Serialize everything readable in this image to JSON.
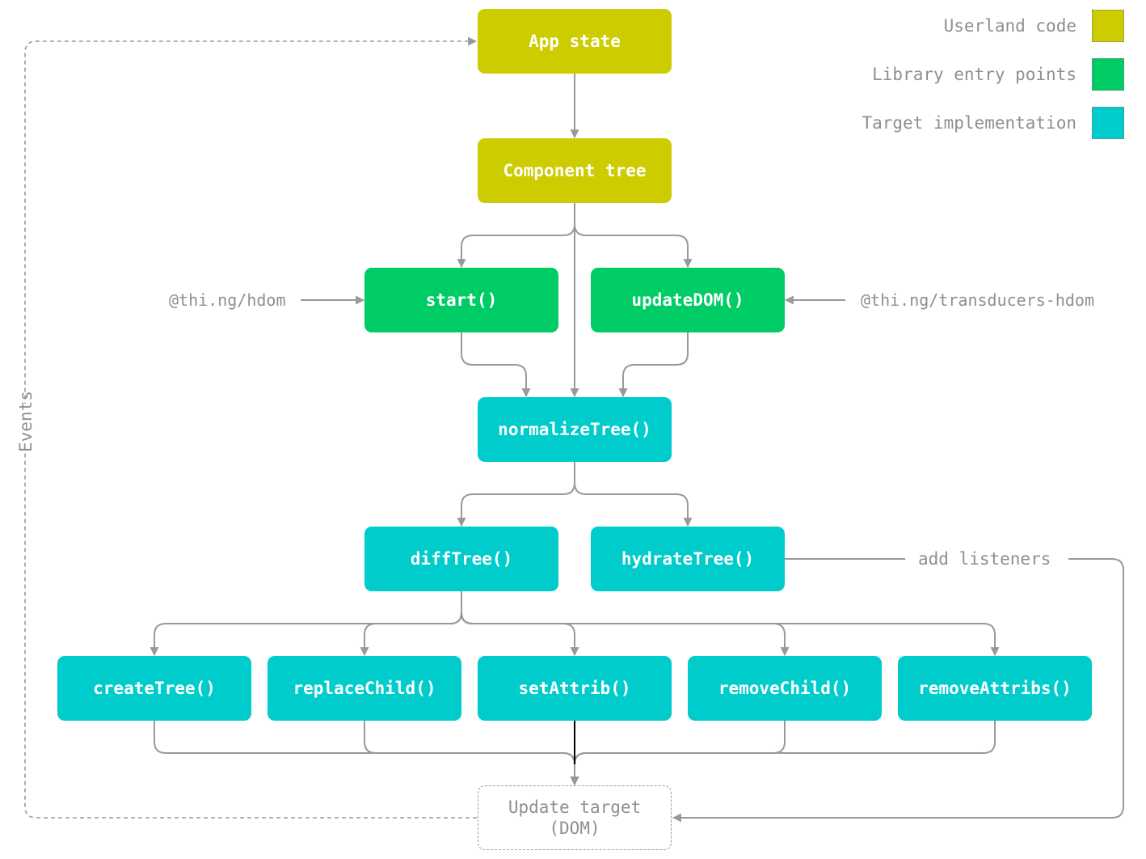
{
  "colors": {
    "userland": "#cccc00",
    "entry": "#00cc66",
    "target": "#00cccc",
    "edge": "#999999"
  },
  "legend": [
    {
      "label": "Userland code",
      "color": "#cccc00"
    },
    {
      "label": "Library entry points",
      "color": "#00cc66"
    },
    {
      "label": "Target implementation",
      "color": "#00cccc"
    }
  ],
  "nodes": {
    "app_state": "App state",
    "component_tree": "Component tree",
    "start": "start()",
    "update_dom": "updateDOM()",
    "normalize_tree": "normalizeTree()",
    "diff_tree": "diffTree()",
    "hydrate_tree": "hydrateTree()",
    "create_tree": "createTree()",
    "replace_child": "replaceChild()",
    "set_attrib": "setAttrib()",
    "remove_child": "removeChild()",
    "remove_attribs": "removeAttribs()",
    "update_target_line1": "Update target",
    "update_target_line2": "(DOM)"
  },
  "labels": {
    "hdom": "@thi.ng/hdom",
    "transducers_hdom": "@thi.ng/transducers-hdom",
    "add_listeners": "add listeners",
    "events": "Events"
  }
}
